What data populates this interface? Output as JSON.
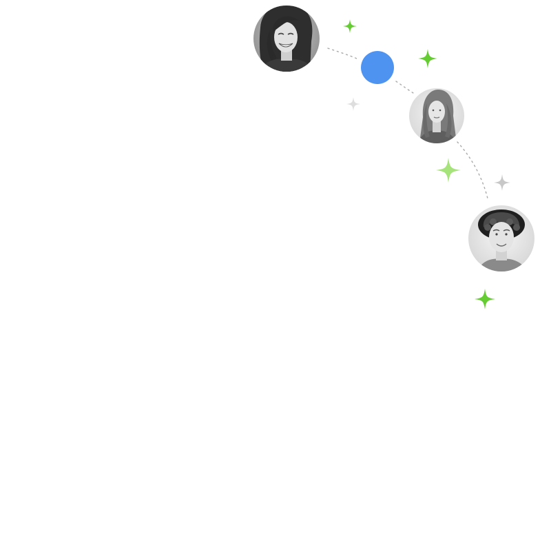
{
  "colors": {
    "background": "#ffffff",
    "accent_blue": "#4f93f0",
    "sparkle_green": "#66cc33",
    "sparkle_light_green": "#a6e37a",
    "sparkle_gray": "#c8c8c8",
    "sparkle_light_gray": "#dedede",
    "connector": "#a9a9a9",
    "avatar_frame": "#e3e3e3"
  },
  "avatars": [
    {
      "id": "woman-smiling",
      "icon": "person-photo-icon"
    },
    {
      "id": "woman-portrait",
      "icon": "person-photo-icon"
    },
    {
      "id": "man-curly-hair",
      "icon": "person-photo-icon"
    }
  ],
  "icons": {
    "sparkle": "sparkle-icon",
    "dot": "blue-dot-icon"
  }
}
